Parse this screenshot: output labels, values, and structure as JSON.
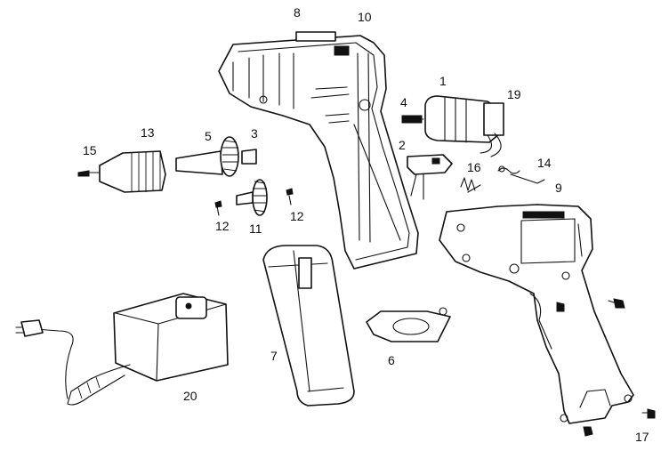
{
  "colors": {
    "ink": "#111111",
    "paper": "#ffffff"
  },
  "callouts": [
    {
      "id": "8",
      "text": "8"
    },
    {
      "id": "10",
      "text": "10"
    },
    {
      "id": "1",
      "text": "1"
    },
    {
      "id": "19",
      "text": "19"
    },
    {
      "id": "4",
      "text": "4"
    },
    {
      "id": "2",
      "text": "2"
    },
    {
      "id": "16",
      "text": "16"
    },
    {
      "id": "14",
      "text": "14"
    },
    {
      "id": "9",
      "text": "9"
    },
    {
      "id": "13",
      "text": "13"
    },
    {
      "id": "5",
      "text": "5"
    },
    {
      "id": "3",
      "text": "3"
    },
    {
      "id": "15",
      "text": "15"
    },
    {
      "id": "12a",
      "text": "12"
    },
    {
      "id": "12b",
      "text": "12"
    },
    {
      "id": "11",
      "text": "11"
    },
    {
      "id": "7",
      "text": "7"
    },
    {
      "id": "6",
      "text": "6"
    },
    {
      "id": "20",
      "text": "20"
    },
    {
      "id": "17",
      "text": "17"
    }
  ]
}
